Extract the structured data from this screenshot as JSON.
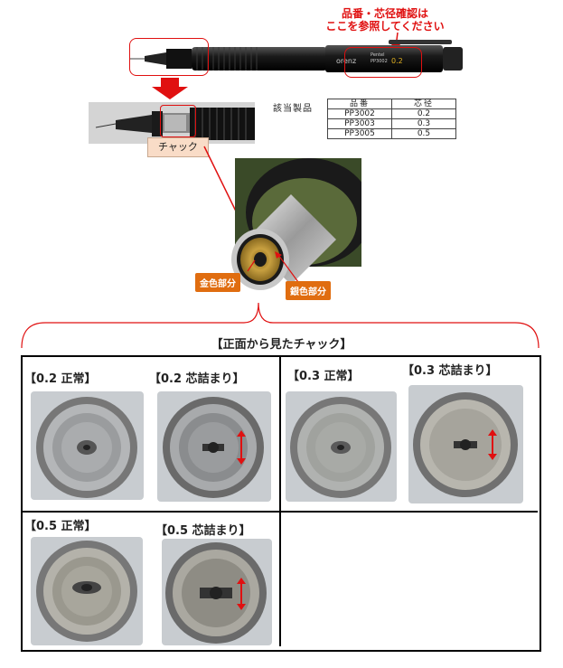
{
  "note": {
    "line1": "品番・芯径確認は",
    "line2": "ここを参照してください"
  },
  "pencil": {
    "brand": "orenz",
    "maker": "Pentel",
    "size": "0.2",
    "model": "PP3002"
  },
  "chuck_label": "チャック",
  "product_table": {
    "label": "該当製品",
    "headers": [
      "品番",
      "芯径"
    ],
    "rows": [
      [
        "PP3002",
        "0.2"
      ],
      [
        "PP3003",
        "0.3"
      ],
      [
        "PP3005",
        "0.5"
      ]
    ]
  },
  "callouts": {
    "gold": "金色部分",
    "silver": "銀色部分"
  },
  "section_title": "【正面から見たチャック】",
  "panels": [
    {
      "title": "【0.2  正常】",
      "state": "normal"
    },
    {
      "title": "【0.2  芯詰まり】",
      "state": "jammed"
    },
    {
      "title": "【0.3  正常】",
      "state": "normal"
    },
    {
      "title": "【0.3  芯詰まり】",
      "state": "jammed"
    },
    {
      "title": "【0.5  正常】",
      "state": "normal"
    },
    {
      "title": "【0.5  芯詰まり】",
      "state": "jammed"
    }
  ],
  "colors": {
    "accent_red": "#e01010",
    "callout_orange": "#e06d10",
    "chuck_label_bg": "#f9dcc7"
  }
}
